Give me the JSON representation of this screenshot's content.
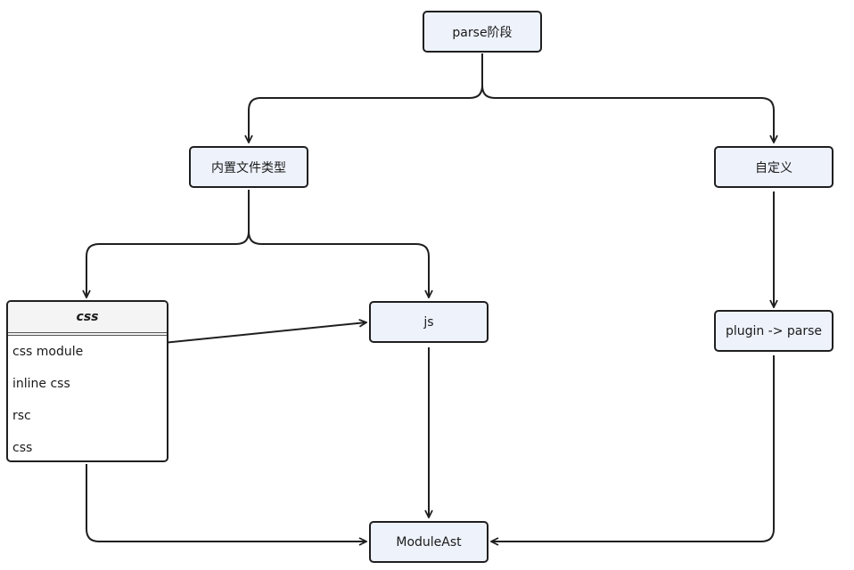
{
  "nodes": {
    "parse_stage": "parse阶段",
    "builtin_types": "内置文件类型",
    "custom": "自定义",
    "js": "js",
    "plugin_parse": "plugin -> parse",
    "module_ast": "ModuleAst"
  },
  "css_list": {
    "title": "css",
    "items": [
      "css module",
      "inline css",
      "rsc",
      "css"
    ]
  },
  "colors": {
    "node_fill": "#eef2fb",
    "stroke": "#1f1f1f"
  }
}
